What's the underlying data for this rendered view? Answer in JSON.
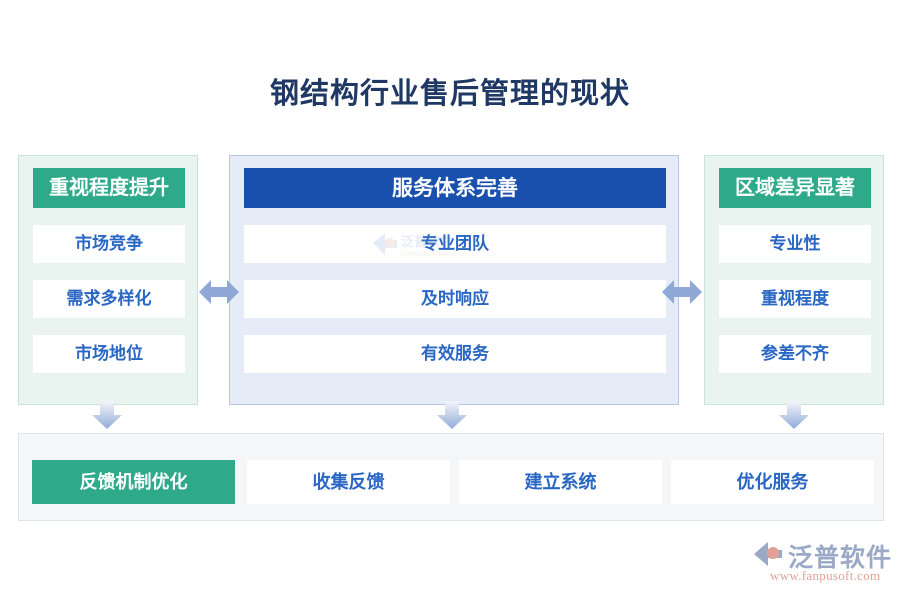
{
  "page": {
    "title": "钢结构行业售后管理的现状",
    "title_color": "#1f3864",
    "background": "#ffffff"
  },
  "colors": {
    "green": "#2ea98a",
    "blue": "#1a50ad",
    "item_text": "#2a67c4",
    "green_panel_bg": "#e9f4f1",
    "blue_panel_bg": "#e6ecf7",
    "bottom_panel_bg": "#f5f6f8",
    "arrow": "#8fa8d8"
  },
  "columns": [
    {
      "id": "left",
      "header": "重视程度提升",
      "header_style": "green",
      "items": [
        "市场竞争",
        "需求多样化",
        "市场地位"
      ]
    },
    {
      "id": "middle",
      "header": "服务体系完善",
      "header_style": "blue",
      "items": [
        "专业团队",
        "及时响应",
        "有效服务"
      ]
    },
    {
      "id": "right",
      "header": "区域差异显著",
      "header_style": "green",
      "items": [
        "专业性",
        "重视程度",
        "参差不齐"
      ]
    }
  ],
  "connectors": {
    "horizontal_arrows": [
      "double-arrow-horizontal",
      "double-arrow-horizontal"
    ],
    "down_arrows": [
      "arrow-down",
      "arrow-down",
      "arrow-down"
    ]
  },
  "bottom_row": {
    "items": [
      {
        "label": "反馈机制优化",
        "accent": true
      },
      {
        "label": "收集反馈",
        "accent": false
      },
      {
        "label": "建立系统",
        "accent": false
      },
      {
        "label": "优化服务",
        "accent": false
      }
    ]
  },
  "logo": {
    "name": "泛普软件",
    "url": "www.fanpusoft.com"
  }
}
